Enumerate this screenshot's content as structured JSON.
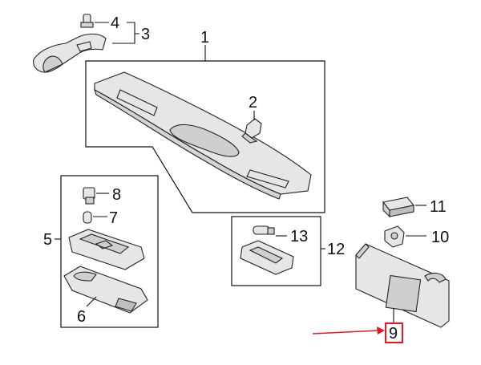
{
  "diagram": {
    "callouts": {
      "c1": "1",
      "c2": "2",
      "c3": "3",
      "c4": "4",
      "c5": "5",
      "c6": "6",
      "c7": "7",
      "c8": "8",
      "c9": "9",
      "c10": "10",
      "c11": "11",
      "c12": "12",
      "c13": "13"
    },
    "colors": {
      "line": "#111111",
      "part_fill": "#e6e6e6",
      "part_shade": "#bfbfbf",
      "highlight": "#e8191b"
    },
    "highlighted_part": "9"
  }
}
